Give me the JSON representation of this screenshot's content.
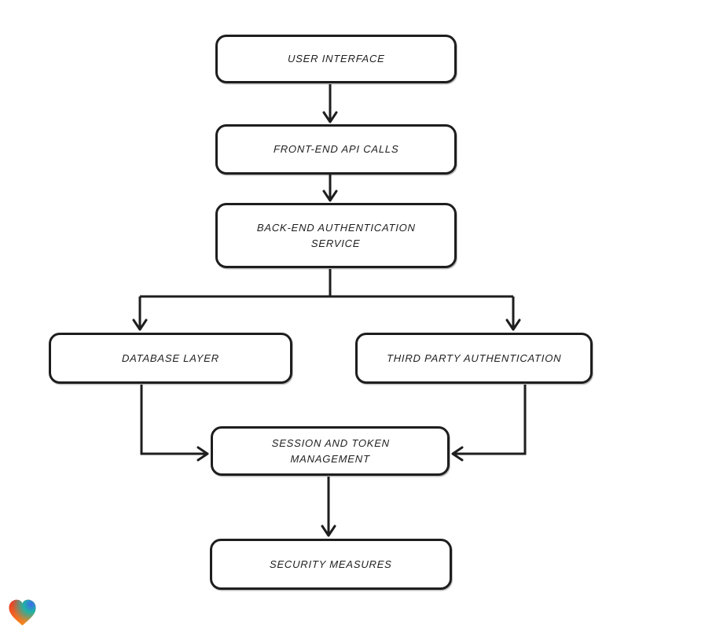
{
  "diagram": {
    "type": "flowchart",
    "nodes": [
      {
        "id": "user-interface",
        "label": "USER INTERFACE"
      },
      {
        "id": "front-end-api-calls",
        "label": "FRONT-END API CALLS"
      },
      {
        "id": "back-end-authentication-service",
        "label": "BACK-END AUTHENTICATION SERVICE"
      },
      {
        "id": "database-layer",
        "label": "DATABASE LAYER"
      },
      {
        "id": "third-party-authentication",
        "label": "THIRD PARTY AUTHENTICATION"
      },
      {
        "id": "session-and-token-management",
        "label": "SESSION AND TOKEN MANAGEMENT"
      },
      {
        "id": "security-measures",
        "label": "SECURITY MEASURES"
      }
    ],
    "edges": [
      {
        "from": "user-interface",
        "to": "front-end-api-calls"
      },
      {
        "from": "front-end-api-calls",
        "to": "back-end-authentication-service"
      },
      {
        "from": "back-end-authentication-service",
        "to": "database-layer"
      },
      {
        "from": "back-end-authentication-service",
        "to": "third-party-authentication"
      },
      {
        "from": "database-layer",
        "to": "session-and-token-management"
      },
      {
        "from": "third-party-authentication",
        "to": "session-and-token-management"
      },
      {
        "from": "session-and-token-management",
        "to": "security-measures"
      }
    ],
    "style": {
      "background": "#ffffff",
      "node_fill": "#ffffff",
      "node_stroke": "#1e1e1e",
      "connector_color": "#1e1e1e",
      "text_color": "#1e1e1e"
    }
  },
  "branding": {
    "logo_icon": "gradient-heart",
    "logo_colors": {
      "red": "#e8302a",
      "teal": "#1fb3a4",
      "blue": "#3d6bee",
      "orange": "#f6921e"
    }
  }
}
